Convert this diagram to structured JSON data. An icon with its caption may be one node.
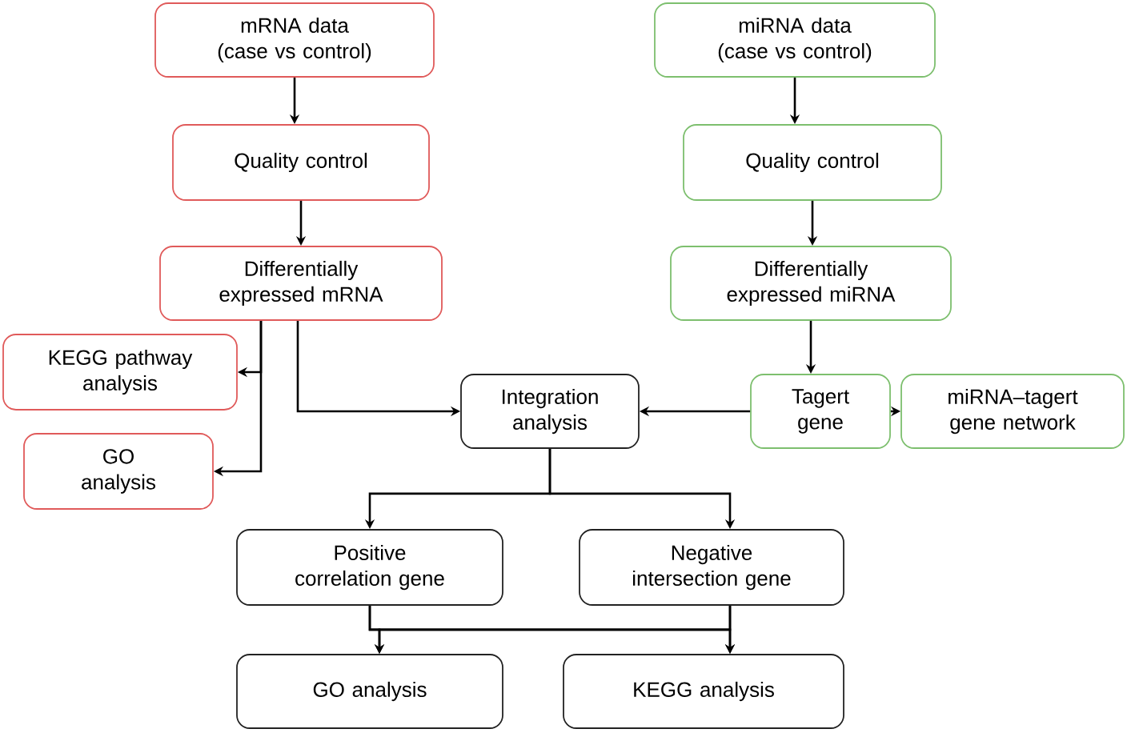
{
  "diagram": {
    "nodes": [
      {
        "text": [
          "mRNA data (case vs control)"
        ]
      },
      {
        "text": [
          "Quality control"
        ]
      },
      {
        "text": [
          "Differentially expressed mRNA"
        ]
      },
      {
        "text": [
          "KEGG pathway analysis"
        ]
      },
      {
        "text": [
          "GO analysis"
        ]
      },
      {
        "text": [
          "miRNA data (case vs control)"
        ]
      },
      {
        "text": [
          "Quality control"
        ]
      },
      {
        "text": [
          "Differentially expressed miRNA"
        ]
      },
      {
        "text": [
          "Integration analysis"
        ]
      },
      {
        "text": [
          "Tagert gene"
        ]
      },
      {
        "text": [
          "miRNA–tagert gene network"
        ]
      },
      {
        "text": [
          "Positive correlation gene"
        ]
      },
      {
        "text": [
          "Negative intersection gene"
        ]
      },
      {
        "text": [
          "GO analysis"
        ]
      },
      {
        "text": [
          "KEGG analysis"
        ]
      }
    ],
    "edges": [
      {
        "from": 0,
        "to": 1,
        "arrow": "to"
      },
      {
        "from": 1,
        "to": 2,
        "arrow": "to"
      },
      {
        "from": 2,
        "to": 3,
        "arrow": "to"
      },
      {
        "from": 2,
        "to": 4,
        "arrow": "to"
      },
      {
        "from": 2,
        "to": 8,
        "arrow": "to"
      },
      {
        "from": 5,
        "to": 6,
        "arrow": "to"
      },
      {
        "from": 6,
        "to": 7,
        "arrow": "to"
      },
      {
        "from": 7,
        "to": 9,
        "arrow": "to"
      },
      {
        "from": 9,
        "to": 8,
        "arrow": "to"
      },
      {
        "from": 9,
        "to": 10,
        "arrow": "to"
      },
      {
        "from": 8,
        "to": 11,
        "arrow": "to"
      },
      {
        "from": 8,
        "to": 12,
        "arrow": "to"
      },
      {
        "from": 11,
        "to": 13,
        "arrow": "to"
      },
      {
        "from": 11,
        "to": 14,
        "arrow": "to"
      },
      {
        "from": 12,
        "to": 13,
        "arrow": "to"
      },
      {
        "from": 12,
        "to": 14,
        "arrow": "to"
      }
    ]
  }
}
